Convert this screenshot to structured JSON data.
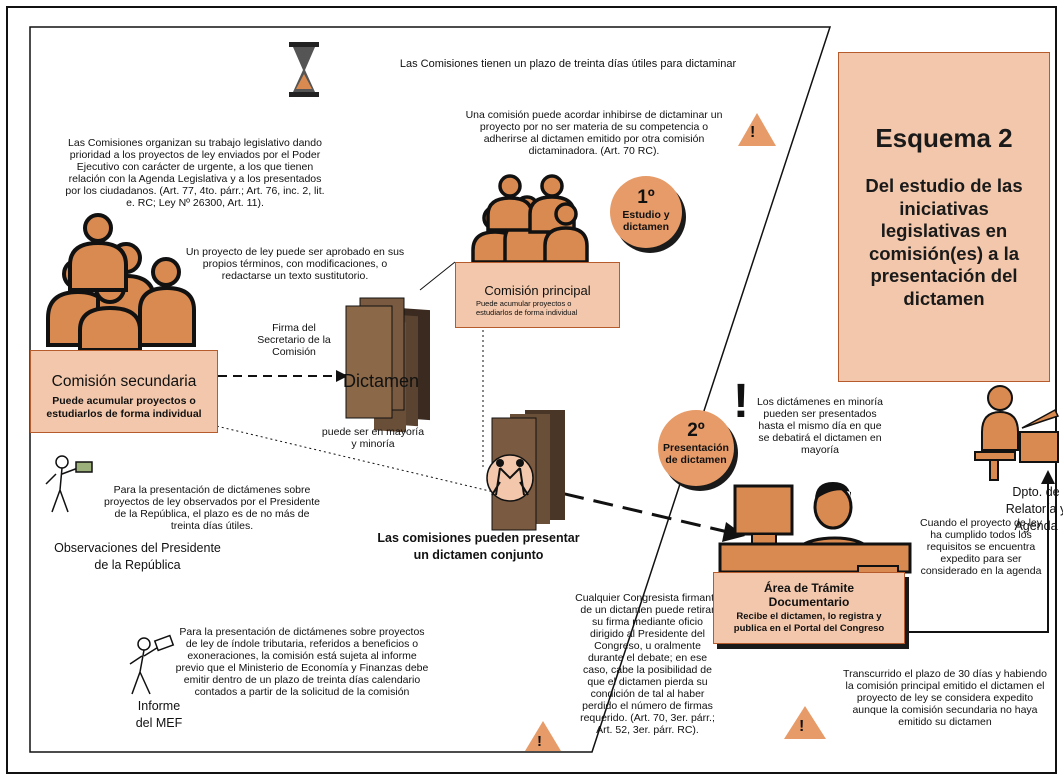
{
  "plazo_header": "Las Comisiones tienen un plazo de treinta días útiles para dictaminar",
  "organizan_text": "Las Comisiones organizan su trabajo legislativo dando prioridad a los proyectos de ley enviados por el Poder Ejecutivo con carácter de urgente, a los que tienen relación con la Agenda Legislativa y a los presentados por los ciudadanos. (Art. 77, 4to. párr.; Art. 76, inc. 2, lit. e. RC; Ley Nº 26300, Art. 11).",
  "inhibirse_text": "Una comisión puede acordar inhibirse de dictaminar un proyecto por no ser materia de su competencia o adherirse al dictamen emitido por otra comisión dictaminadora. (Art. 70 RC).",
  "aprobado_text": "Un proyecto de ley puede ser aprobado en sus propios términos, con modificaciones, o redactarse un texto sustitutorio.",
  "step1": {
    "num": "1º",
    "label": "Estudio y dictamen"
  },
  "step2": {
    "num": "2º",
    "label": "Presentación de dictamen"
  },
  "comision_principal": {
    "title": "Comisión principal",
    "subtitle": "Puede acumular proyectos o estudiarlos de forma individual"
  },
  "comision_secundaria": {
    "title": "Comisión secundaria",
    "subtitle": "Puede acumular proyectos o estudiarlos de forma individual"
  },
  "firma_text": "Firma del Secretario de la Comisión",
  "dictamen_label": "Dictamen",
  "mayoria_text": "puede ser en mayoría y minoría",
  "conjunto_text": "Las comisiones pueden presentar un dictamen conjunto",
  "observados_text": "Para la presentación de dictámenes sobre proyectos de ley observados por el Presidente de la República, el plazo es de no más de treinta días útiles.",
  "observaciones_label": "Observaciones del Presidente de la República",
  "tributaria_text": "Para la presentación de dictámenes sobre proyectos de ley de índole tributaria, referidos a beneficios o exoneraciones, la comisión está sujeta al informe previo que el Ministerio de Economía y Finanzas debe emitir dentro de un plazo de treinta días calendario contados a partir de la solicitud de la comisión",
  "mef_label": "Informe del MEF",
  "retirar_text": "Cualquier Congresista firmante de un dictamen puede retirar su firma mediante oficio dirigido al Presidente del Congreso, u oralmente durante el debate; en ese caso, cabe la posibilidad de que el dictamen pierda su condición de tal al haber perdido el número de firmas requerido. (Art. 70, 3er. párr.; Art. 52, 3er. párr. RC).",
  "minoria_text": "Los dictámenes en minoría pueden ser presentados hasta el mismo día en que se debatirá el dictamen en mayoría",
  "tramite": {
    "title": "Área de Trámite Documentario",
    "subtitle": "Recibe el dictamen, lo registra y publica en el Portal del Congreso"
  },
  "relatoria_label": "Dpto. de Relatoría y Agenda",
  "expedito_text": "Cuando el proyecto de ley ha cumplido todos los requisitos se encuentra expedito para ser considerado en la agenda",
  "transcurrido_text": "Transcurrido el plazo de 30 días y habiendo la comisión principal emitido el dictamen el proyecto de ley se considera expedito aunque la comisión secundaria no haya emitido su dictamen",
  "esquema": {
    "title": "Esquema 2",
    "subtitle": "Del estudio de las iniciativas legislativas en comisión(es) a la presentación del dictamen"
  },
  "warning_symbol": "!",
  "colors": {
    "accent": "#e69b68",
    "box_fill": "#f2c7ab",
    "box_border": "#b65c2c"
  },
  "icons": [
    "hourglass-icon",
    "warning-icon",
    "people-group-icon",
    "document-stack-icon",
    "handshake-icon",
    "clerk-icon",
    "exclamation-icon"
  ]
}
